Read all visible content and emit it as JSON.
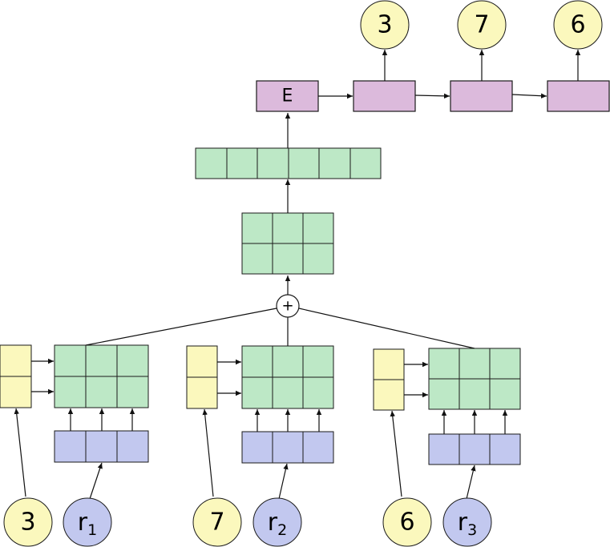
{
  "encoder_label": "E",
  "plus_symbol": "+",
  "outputs": [
    "3",
    "7",
    "6"
  ],
  "inputs": [
    {
      "number": "3",
      "r_base": "r",
      "r_sub": "1"
    },
    {
      "number": "7",
      "r_base": "r",
      "r_sub": "2"
    },
    {
      "number": "6",
      "r_base": "r",
      "r_sub": "3"
    }
  ],
  "colors": {
    "green": "#bde8c6",
    "yellow": "#fbf8bd",
    "blue": "#c2c8ef",
    "purple": "#dcbadc"
  }
}
